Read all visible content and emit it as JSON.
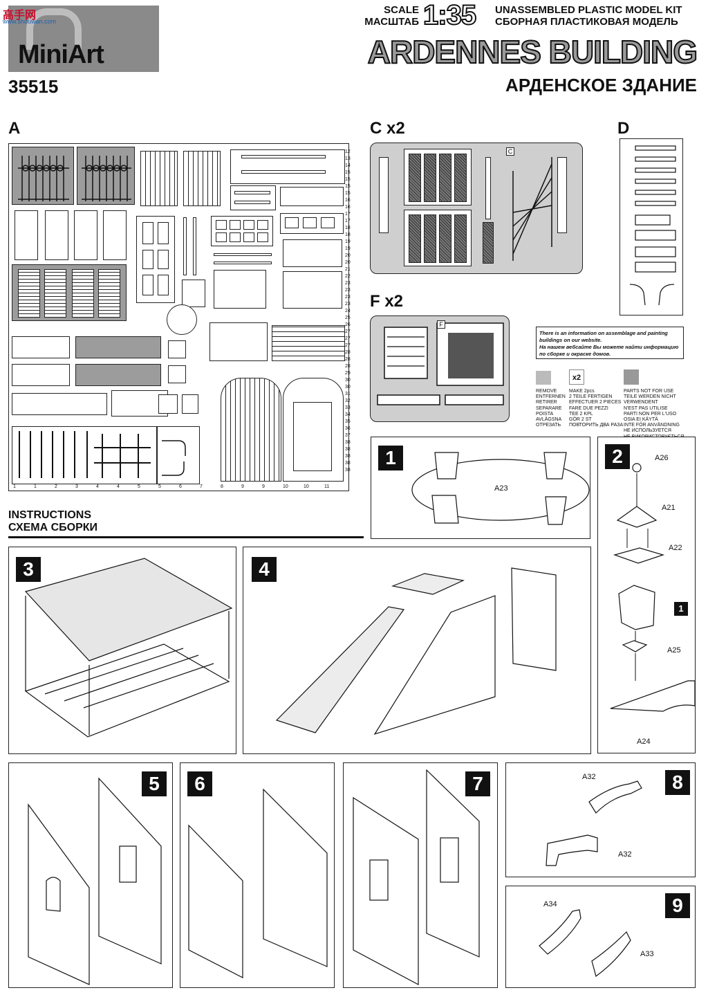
{
  "watermark": {
    "brand": "高手网",
    "site": "www.shouwan.com"
  },
  "header": {
    "brand": "MiniArt",
    "kit_number": "35515",
    "scale_label_en": "SCALE",
    "scale_label_ru": "МАСШТАБ",
    "scale": "1:35",
    "kit_type_en": "UNASSEMBLED PLASTIC MODEL KIT",
    "kit_type_ru": "СБОРНАЯ ПЛАСТИКОВАЯ МОДЕЛЬ",
    "title_en": "ARDENNES BUILDING",
    "title_ru": "АРДЕНСКОЕ ЗДАНИЕ"
  },
  "sprues": {
    "a": {
      "label": "A"
    },
    "c": {
      "label": "C x2",
      "tag": "C"
    },
    "d": {
      "label": "D"
    },
    "f": {
      "label": "F x2",
      "tag": "F"
    }
  },
  "sprue_a_parts": [
    "1",
    "1",
    "2",
    "3",
    "4",
    "4",
    "5",
    "5",
    "6",
    "7",
    "8",
    "9",
    "9",
    "10",
    "10",
    "11",
    "12",
    "13",
    "14",
    "15",
    "15",
    "15",
    "15",
    "16",
    "16",
    "17",
    "17",
    "18",
    "18",
    "19",
    "19",
    "20",
    "20",
    "21",
    "22",
    "23",
    "23",
    "23",
    "23",
    "24",
    "25",
    "26",
    "27",
    "27",
    "27",
    "28",
    "28",
    "28",
    "29",
    "30",
    "30",
    "31",
    "32",
    "33",
    "34",
    "35",
    "36",
    "37",
    "38",
    "38",
    "38",
    "38",
    "38"
  ],
  "info": {
    "en": "There is an information on assemblage and painting buildings on our website.",
    "ru": "На нашем вебсайте Вы можете найти информацию по сборке и окраске домов.",
    "icon_x2": "x2"
  },
  "legend": {
    "remove": [
      "REMOVE",
      "ENTFERNEN",
      "RETIRER",
      "SEPARARE",
      "POISTA",
      "AVLÄGSNA",
      "ОТРЕЗАТЬ"
    ],
    "make2": [
      "MAKE 2pcs",
      "2 TEILE FERTIGEN",
      "EFFECTUER 2 PIECES",
      "FARE DUE PEZZI",
      "TEE 2 KPL",
      "GÖR 2 ST",
      "ПОВТОРИТЬ ДВА РАЗА"
    ],
    "notuse": [
      "PARTS NOT FOR USE",
      "TEILE WERDEN NICHT VERWENDENT",
      "N'EST PAS UTILISE",
      "PARTI NON PER L'USO",
      "OSIA EI KÄYTÄ",
      "INTE FÖR ANVÄNDNING",
      "НЕ ИСПОЛЬЗУЕТСЯ",
      "НЕ ВИКОРИСТОВУЄТЬСЯ"
    ]
  },
  "instructions": {
    "title_en": "INSTRUCTIONS",
    "title_ru": "СХЕМА СБОРКИ"
  },
  "steps": [
    {
      "num": "1",
      "callouts": [
        "A23"
      ]
    },
    {
      "num": "2",
      "callouts": [
        "A26",
        "A21",
        "A22",
        "1",
        "A25",
        "A24"
      ]
    },
    {
      "num": "3",
      "callouts": []
    },
    {
      "num": "4",
      "callouts": []
    },
    {
      "num": "5",
      "callouts": []
    },
    {
      "num": "6",
      "callouts": []
    },
    {
      "num": "7",
      "callouts": []
    },
    {
      "num": "8",
      "callouts": [
        "A32",
        "A32"
      ]
    },
    {
      "num": "9",
      "callouts": [
        "A34",
        "A33"
      ]
    }
  ]
}
